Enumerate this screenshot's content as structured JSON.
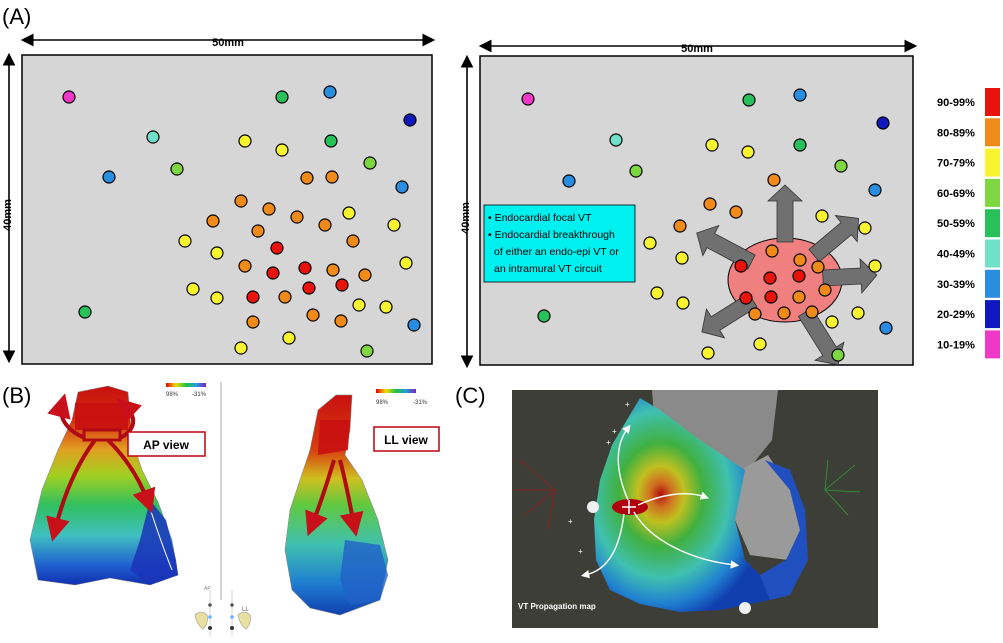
{
  "panel_labels": {
    "a": "(A)",
    "b": "(B)",
    "c": "(C)"
  },
  "panel_a": {
    "width_label": "50mm",
    "height_label": "40mm",
    "note_lines": [
      "• Endocardial focal VT",
      "• Endocardial breakthrough",
      "of either an endo-epi VT or",
      "an intramural VT circuit"
    ],
    "legend": [
      {
        "label": "90-99%",
        "color": "#e8140c"
      },
      {
        "label": "80-89%",
        "color": "#f08a18"
      },
      {
        "label": "70-79%",
        "color": "#f8f430"
      },
      {
        "label": "60-69%",
        "color": "#7ed640"
      },
      {
        "label": "50-59%",
        "color": "#28c05a"
      },
      {
        "label": "40-49%",
        "color": "#70e0c8"
      },
      {
        "label": "30-39%",
        "color": "#2a8ee0"
      },
      {
        "label": "20-29%",
        "color": "#1018c0"
      },
      {
        "label": "10-19%",
        "color": "#f038c8"
      }
    ]
  },
  "panel_b": {
    "ap_view": "AP view",
    "ll_view": "LL view",
    "scale_max": "98%",
    "scale_min": "-31%",
    "orient_left": "AP",
    "orient_right": "LL"
  },
  "panel_c": {
    "caption": "VT Propagation map"
  }
}
